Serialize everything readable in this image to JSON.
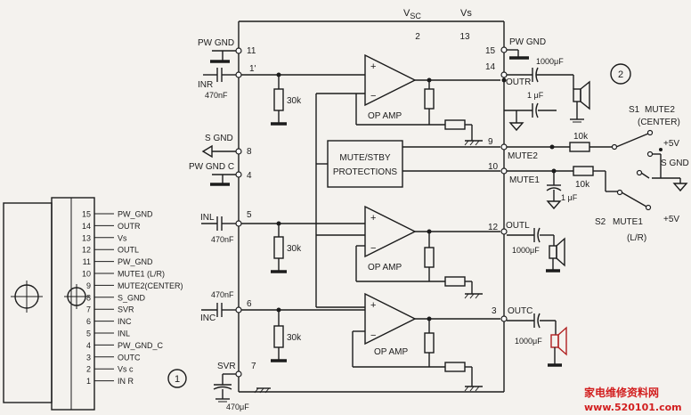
{
  "top": {
    "vsc": "V",
    "vsc_sub": "SC",
    "vsc_pin": "2",
    "vs": "Vs",
    "vs_pin": "13"
  },
  "left_pins": {
    "pw_gnd": "PW GND",
    "p11": "11",
    "p1": "1'",
    "inr": "INR",
    "inr_cap": "470nF",
    "s_gnd": "S GND",
    "p8": "8",
    "pw_gnd_c": "PW GND C",
    "p4": "4",
    "inl": "INL",
    "p5": "5",
    "inl_cap": "470nF",
    "inc_cap": "470nF",
    "inc": "INC",
    "p6": "6",
    "svr": "SVR",
    "p7": "7",
    "svr_cap": "470μF"
  },
  "right_pins": {
    "p15": "15",
    "pw_gnd": "PW GND",
    "p14": "14",
    "cap14": "1000μF",
    "outr": "OUTR",
    "cap1u_top": "1 μF",
    "p9": "9",
    "mute2": "MUTE2",
    "p10": "10",
    "mute1": "MUTE1",
    "r10k_1": "10k",
    "r10k_2": "10k",
    "cap1u_bot": "1 μF",
    "p12": "12",
    "outl": "OUTL",
    "cap12": "1000μF",
    "p3": "3",
    "outc": "OUTC",
    "cap3": "1000μF"
  },
  "resistors": {
    "r1": "30k",
    "r2": "30k",
    "r3": "30k"
  },
  "amps": {
    "a1": "OP AMP",
    "a2": "OP AMP",
    "a3": "OP AMP"
  },
  "protection": {
    "line1": "MUTE/STBY",
    "line2": "PROTECTIONS"
  },
  "switches": {
    "circle2": "2",
    "s1": "S1",
    "s1_name": "MUTE2",
    "s1_sub": "(CENTER)",
    "plus5v_1": "+5V",
    "s_gnd": "S GND",
    "s2": "S2",
    "s2_name": "MUTE1",
    "s2_sub": "(L/R)",
    "plus5v_2": "+5V"
  },
  "package": {
    "pins": [
      {
        "num": "15",
        "label": "PW_GND"
      },
      {
        "num": "14",
        "label": "OUTR"
      },
      {
        "num": "13",
        "label": "Vs"
      },
      {
        "num": "12",
        "label": "OUTL"
      },
      {
        "num": "11",
        "label": "PW_GND"
      },
      {
        "num": "10",
        "label": "MUTE1 (L/R)"
      },
      {
        "num": "9",
        "label": "MUTE2(CENTER)"
      },
      {
        "num": "8",
        "label": "S_GND"
      },
      {
        "num": "7",
        "label": "SVR"
      },
      {
        "num": "6",
        "label": "INC"
      },
      {
        "num": "5",
        "label": "INL"
      },
      {
        "num": "4",
        "label": "PW_GND_C"
      },
      {
        "num": "3",
        "label": "OUTC"
      },
      {
        "num": "2",
        "label": "Vs c"
      },
      {
        "num": "1",
        "label": "IN R"
      }
    ],
    "circle1": "1"
  },
  "watermark": {
    "cn": "家电维修资料网",
    "url": "www.520101.com"
  }
}
